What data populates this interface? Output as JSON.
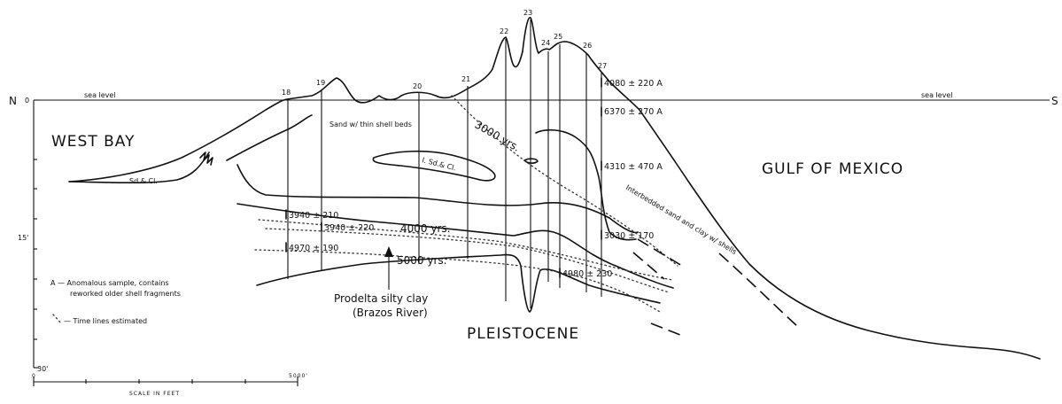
{
  "directions": {
    "north": "N",
    "south": "S"
  },
  "depth_axis": {
    "top": "0",
    "mid": "15'",
    "bottom": "30'"
  },
  "sea_level": {
    "left": "sea level",
    "right": "sea level"
  },
  "regions": {
    "west_bay": "WEST BAY",
    "gulf": "GULF OF MEXICO",
    "pleistocene": "PLEISTOCENE"
  },
  "borehole_numbers": [
    "18",
    "19",
    "20",
    "21",
    "22",
    "23",
    "24",
    "25",
    "26",
    "27"
  ],
  "units": {
    "sand_shell": "Sand w/ thin shell beds",
    "sd_cl_left": "Sd.& Cl.",
    "sd_cl_lens": "I. Sd.& Cl.",
    "interbedded": "Interbedded sand and clay w/ shells",
    "prodelta_1": "Prodelta silty clay",
    "prodelta_2": "(Brazos River)"
  },
  "time_lines": {
    "t3000": "3000 yrs.",
    "t4000": "4000 yrs.",
    "t5000": "5000 yrs."
  },
  "dates": {
    "d1": "4080 ± 220 A",
    "d2": "6370 ± 270 A",
    "d3": "4310 ± 470 A",
    "d4": "3940 ± 210",
    "d5": "3940 ± 220",
    "d6": "4970 ± 190",
    "d7": "3030 ± 170",
    "d8": "4980 ± 230"
  },
  "legend": {
    "anomalous_1": "A — Anomalous sample, contains",
    "anomalous_2": "reworked older shell fragments",
    "timelines": "— Time lines estimated"
  },
  "scale": {
    "label": "SCALE IN FEET",
    "zero": "0",
    "max": "5000'"
  }
}
